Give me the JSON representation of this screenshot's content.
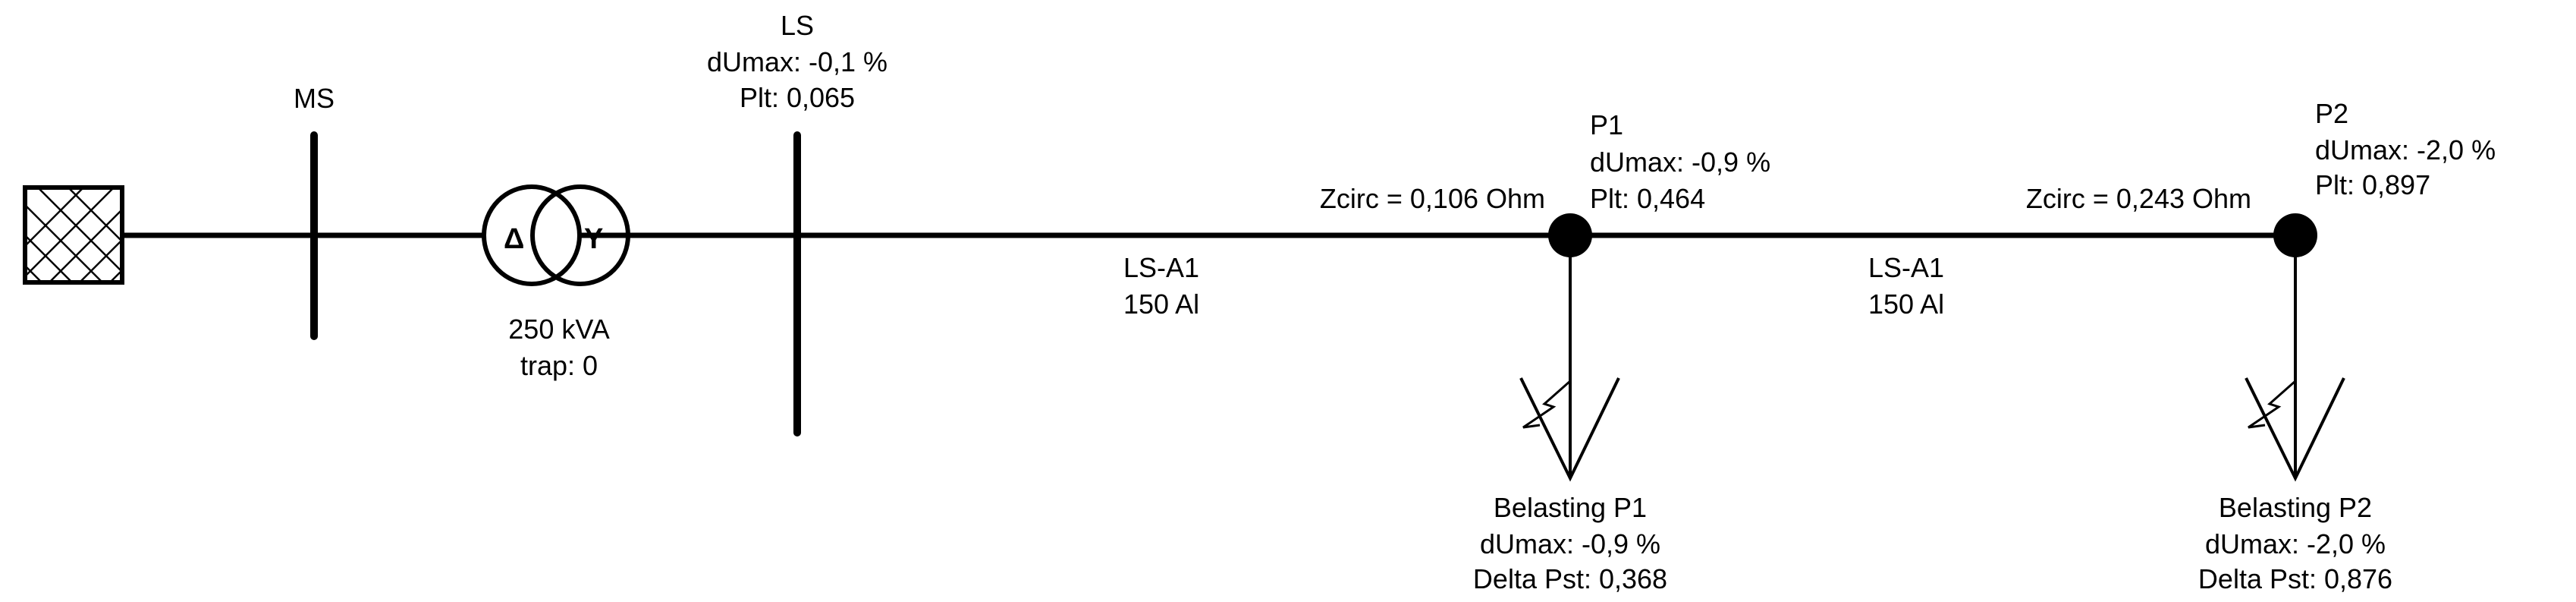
{
  "colors": {
    "line": "#000000",
    "background": "#ffffff"
  },
  "source": {
    "icon": "grid-source-hatched-icon"
  },
  "ms": {
    "label": "MS"
  },
  "transformer": {
    "primary_symbol": "Δ",
    "secondary_symbol": "Y",
    "rating": "250 kVA",
    "tap": "trap: 0"
  },
  "ls": {
    "label": "LS",
    "dumax": "dUmax: -0,1 %",
    "plt": "Plt: 0,065"
  },
  "cable1": {
    "zcirc": "Zcirc = 0,106 Ohm",
    "type": "LS-A1",
    "section": "150 Al"
  },
  "p1": {
    "label": "P1",
    "dumax": "dUmax: -0,9 %",
    "plt": "Plt: 0,464"
  },
  "cable2": {
    "zcirc": "Zcirc = 0,243 Ohm",
    "type": "LS-A1",
    "section": "150 Al"
  },
  "p2": {
    "label": "P2",
    "dumax": "dUmax: -2,0 %",
    "plt": "Plt: 0,897"
  },
  "load1": {
    "label": "Belasting P1",
    "dumax": "dUmax: -0,9 %",
    "delta_pst": "Delta Pst: 0,368"
  },
  "load2": {
    "label": "Belasting P2",
    "dumax": "dUmax: -2,0 %",
    "delta_pst": "Delta Pst: 0,876"
  }
}
